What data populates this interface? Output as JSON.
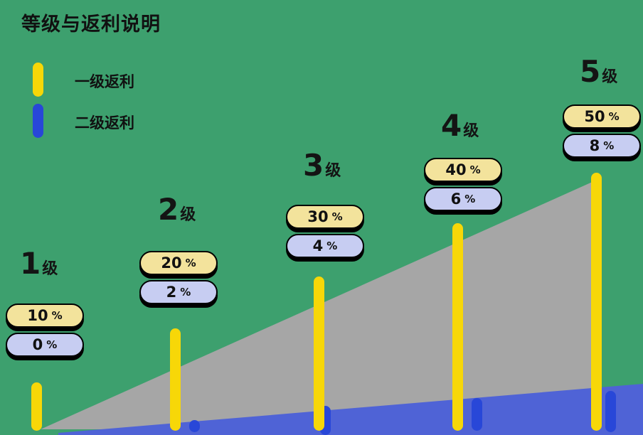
{
  "title": "等级与返利说明",
  "legend": {
    "tier1": {
      "label": "一级返利",
      "color": "#f7d708"
    },
    "tier2": {
      "label": "二级返利",
      "color": "#2847d8"
    }
  },
  "levels": [
    {
      "num": "1",
      "suffix": "级",
      "tier1_value": "10",
      "tier2_value": "0",
      "unit": "%"
    },
    {
      "num": "2",
      "suffix": "级",
      "tier1_value": "20",
      "tier2_value": "2",
      "unit": "%"
    },
    {
      "num": "3",
      "suffix": "级",
      "tier1_value": "30",
      "tier2_value": "4",
      "unit": "%"
    },
    {
      "num": "4",
      "suffix": "级",
      "tier1_value": "40",
      "tier2_value": "6",
      "unit": "%"
    },
    {
      "num": "5",
      "suffix": "级",
      "tier1_value": "50",
      "tier2_value": "8",
      "unit": "%"
    }
  ],
  "chart_data": {
    "type": "bar",
    "title": "等级与返利说明",
    "categories": [
      "1级",
      "2级",
      "3级",
      "4级",
      "5级"
    ],
    "series": [
      {
        "name": "一级返利",
        "values": [
          10,
          20,
          30,
          40,
          50
        ]
      },
      {
        "name": "二级返利",
        "values": [
          0,
          2,
          4,
          6,
          8
        ]
      }
    ],
    "unit": "%",
    "legend_position": "top-left",
    "grid": false,
    "background": "#3da06e",
    "colors": {
      "tier1_bar": "#f7d708",
      "tier2_bar": "#2847d8",
      "tier1_pill_bg": "#f3e39c",
      "tier2_pill_bg": "#c7cdf2",
      "ramp_gray": "#a6a6a6",
      "ramp_blue": "#4f63d6",
      "text": "#111111"
    }
  }
}
